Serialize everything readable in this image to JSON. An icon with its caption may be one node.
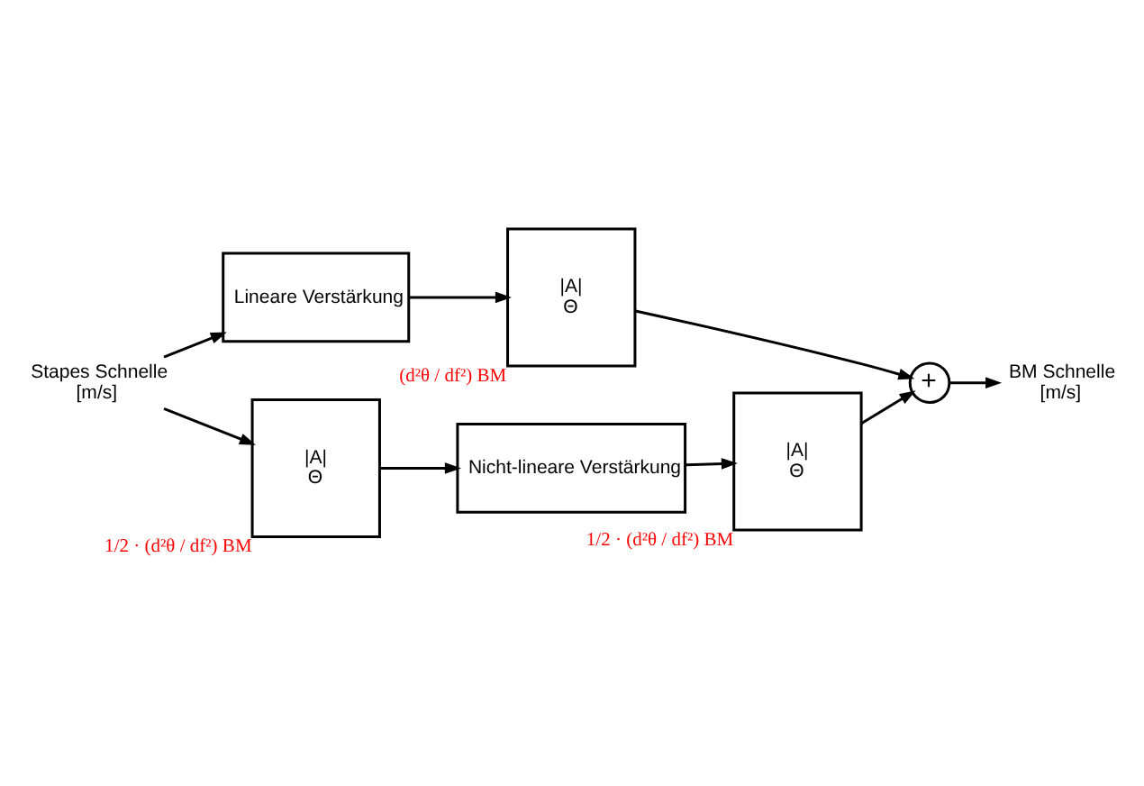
{
  "diagram": {
    "nodes": [
      {
        "text": [
          "Stapes Schnelle",
          "[m/s]"
        ]
      },
      {
        "text": [
          "Lineare Verstärkung"
        ]
      },
      {
        "text": [
          "|A|",
          "Θ"
        ],
        "beside": [
          "(d²θ / df²) BM"
        ]
      },
      {
        "text": [
          "|A|",
          "Θ"
        ],
        "beside": [
          "1/2 · (d²θ / df²) BM"
        ]
      },
      {
        "text": [
          "Nicht-lineare Verstärkung"
        ]
      },
      {
        "text": [
          "|A|",
          "Θ"
        ],
        "beside": [
          "1/2 · (d²θ / df²) BM"
        ]
      },
      {
        "text": [
          "+"
        ]
      },
      {
        "text": [
          "BM Schnelle",
          "[m/s]"
        ]
      }
    ],
    "edges": [
      {
        "from": 0,
        "to": 1,
        "arrow": "to"
      },
      {
        "from": 0,
        "to": 3,
        "arrow": "to"
      },
      {
        "from": 1,
        "to": 2,
        "arrow": "to"
      },
      {
        "from": 2,
        "to": 6,
        "arrow": "to"
      },
      {
        "from": 3,
        "to": 4,
        "arrow": "to"
      },
      {
        "from": 4,
        "to": 5,
        "arrow": "to"
      },
      {
        "from": 5,
        "to": 6,
        "arrow": "to"
      },
      {
        "from": 6,
        "to": 7,
        "arrow": "to"
      }
    ]
  }
}
